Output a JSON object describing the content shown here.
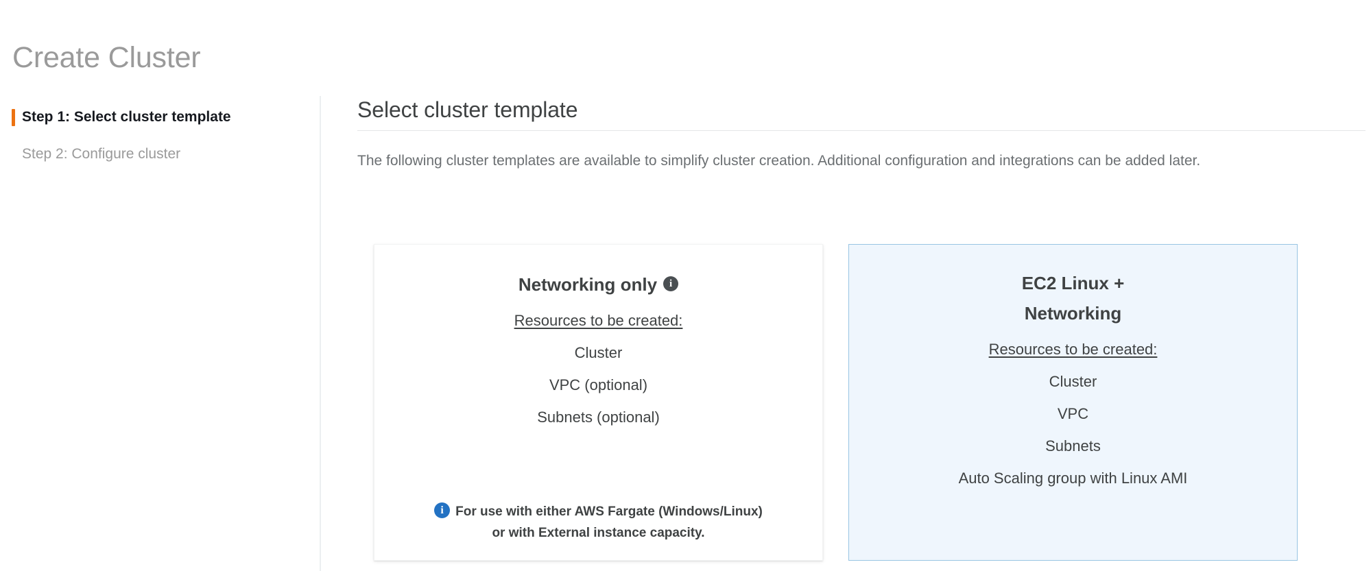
{
  "page": {
    "title": "Create Cluster"
  },
  "sidebar": {
    "steps": [
      {
        "label": "Step 1: Select cluster template",
        "state": "active"
      },
      {
        "label": "Step 2: Configure cluster",
        "state": "inactive"
      }
    ]
  },
  "main": {
    "section_title": "Select cluster template",
    "description": "The following cluster templates are available to simplify cluster creation. Additional configuration and integrations can be added later.",
    "cards": [
      {
        "title": "Networking only",
        "has_title_info_icon": true,
        "title_info_icon": "info-icon",
        "resources_label": "Resources to be created:",
        "resources": [
          "Cluster",
          "VPC (optional)",
          "Subnets (optional)"
        ],
        "note_icon": "info-icon",
        "note_line_1": "For use with either AWS Fargate (Windows/Linux)",
        "note_line_2": "or with External instance capacity.",
        "selected": false
      },
      {
        "title_line_1": "EC2 Linux +",
        "title_line_2": "Networking",
        "has_title_info_icon": false,
        "resources_label": "Resources to be created:",
        "resources": [
          "Cluster",
          "VPC",
          "Subnets",
          "Auto Scaling group with Linux AMI"
        ],
        "selected": true
      }
    ]
  },
  "colors": {
    "accent_orange": "#ec7211",
    "selected_card_bg": "#eff6fd",
    "selected_card_border": "#98c4e3",
    "info_blue": "#2372c3",
    "title_gray": "#9a9a9a",
    "text_dark": "#3f4243",
    "muted_text": "#6b6f72"
  }
}
